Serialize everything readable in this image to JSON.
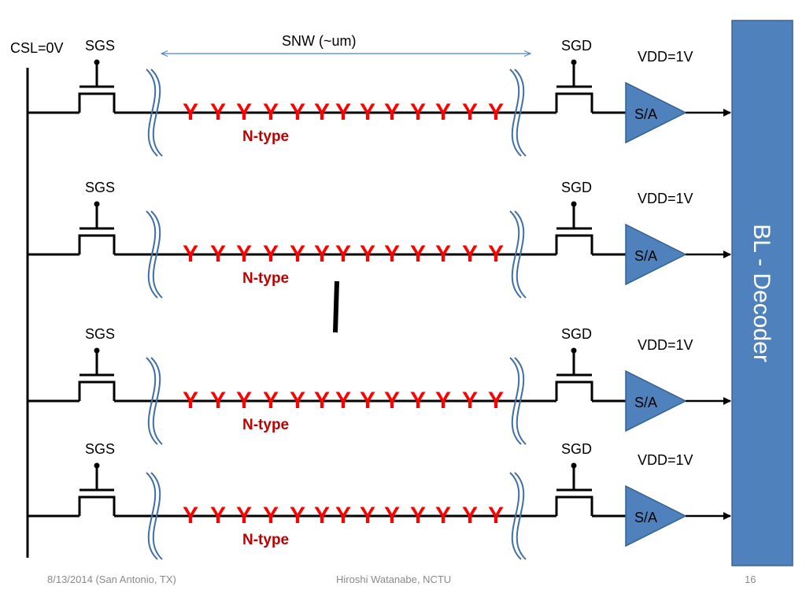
{
  "colors": {
    "decoder_fill": "#4f81bd",
    "decoder_stroke": "#3a6496",
    "sense_amp_fill": "#4f81bd",
    "cell_symbol": "#ff0000",
    "ntype_text": "#c00000",
    "break_symbol": "#3f6fa8",
    "snw_arrow": "#4a86c5"
  },
  "diagram": {
    "csl_label": "CSL=0V",
    "snw_label": "SNW (~um)",
    "decoder_label": "BL - Decoder",
    "cell_glyph": "Y",
    "rows": [
      {
        "sgs": "SGS",
        "sgd": "SGD",
        "vdd": "VDD=1V",
        "sense_amp": "S/A",
        "channel": "N-type"
      },
      {
        "sgs": "SGS",
        "sgd": "SGD",
        "vdd": "VDD=1V",
        "sense_amp": "S/A",
        "channel": "N-type"
      },
      {
        "sgs": "SGS",
        "sgd": "SGD",
        "vdd": "VDD=1V",
        "sense_amp": "S/A",
        "channel": "N-type"
      },
      {
        "sgs": "SGS",
        "sgd": "SGD",
        "vdd": "VDD=1V",
        "sense_amp": "S/A",
        "channel": "N-type"
      }
    ]
  },
  "footer": {
    "date_location": "8/13/2014 (San Antonio, TX)",
    "author": "Hiroshi Watanabe, NCTU",
    "page_number": "16"
  }
}
